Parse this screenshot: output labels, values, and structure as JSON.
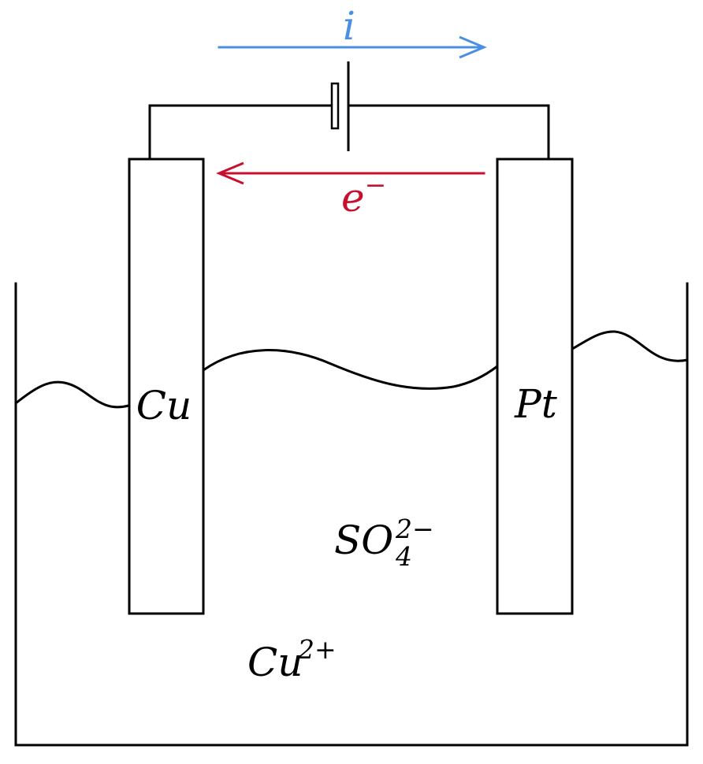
{
  "diagram": {
    "current_label": "i",
    "electron_label": "e",
    "electron_charge": "−",
    "left_electrode_label": "Cu",
    "right_electrode_label": "Pt",
    "sulfate_label_base": "SO",
    "sulfate_subscript": "4",
    "sulfate_superscript": "2−",
    "copper_ion_base": "Cu",
    "copper_ion_charge": "2+"
  },
  "colors": {
    "current_arrow": "#4a90e2",
    "electron_arrow": "#c8102e",
    "line": "#000000"
  }
}
